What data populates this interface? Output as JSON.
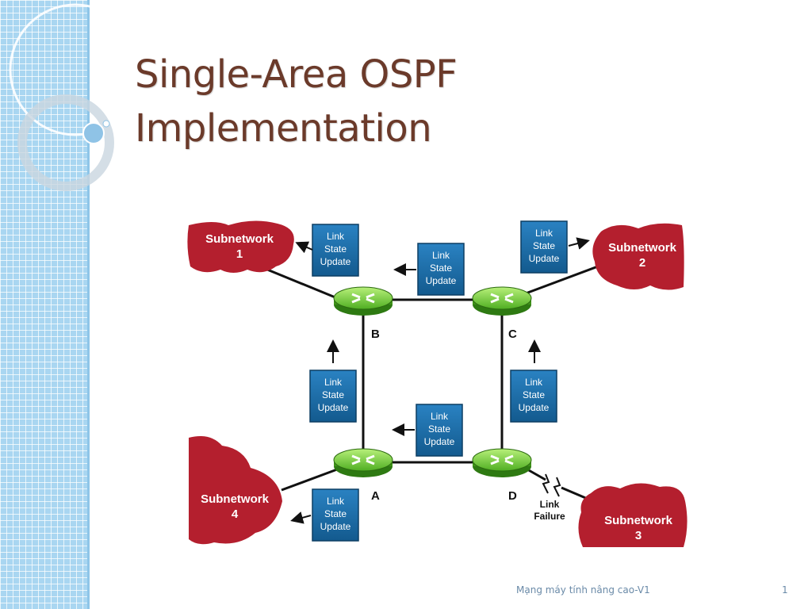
{
  "slide": {
    "title_line1": "Single-Area OSPF",
    "title_line2": "Implementation",
    "footer": "Mạng máy tính nâng cao-V1",
    "page_number": "1"
  },
  "diagram": {
    "routers": [
      "A",
      "B",
      "C",
      "D"
    ],
    "subnetworks": [
      {
        "line1": "Subnetwork",
        "line2": "1"
      },
      {
        "line1": "Subnetwork",
        "line2": "2"
      },
      {
        "line1": "Subnetwork",
        "line2": "3"
      },
      {
        "line1": "Subnetwork",
        "line2": "4"
      }
    ],
    "lsu": {
      "line1": "Link",
      "line2": "State",
      "line3": "Update"
    },
    "failure": {
      "line1": "Link",
      "line2": "Failure"
    }
  },
  "colors": {
    "title": "#6b3a2a",
    "cloud": "#b41f2e",
    "lsu_box": "#1e6ea8",
    "router": "#66cc33",
    "sidebar": "#a9d6f1"
  }
}
